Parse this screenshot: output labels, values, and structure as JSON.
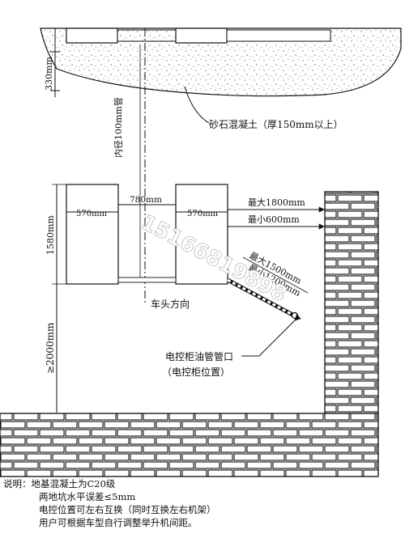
{
  "labels": {
    "depth": "330mm",
    "pipe": "内径100mm管",
    "concrete": "砂石混凝土（厚150mm以上）",
    "col_left": "570mm",
    "col_gap": "780mm",
    "col_right": "570mm",
    "max_1800": "最大1800mm",
    "min_600": "最小600mm",
    "height_1580": "1580mm",
    "max_1500": "最大1500mm",
    "min_1200": "最小1200mm",
    "direction": "车头方向",
    "ge_2000": "≥2000mm",
    "control_port": "电控柜油管管口",
    "control_pos": "（电控柜位置）",
    "watermark": "15166819898"
  },
  "notes": {
    "lead": "说明：",
    "line1": "地基混凝土为C20级",
    "line2": "两地坑水平误差≤5mm",
    "line3": "电控位置可左右互换（同时互换左右机架）",
    "line4": "用户可根据车型自行调整举升机间距。"
  }
}
